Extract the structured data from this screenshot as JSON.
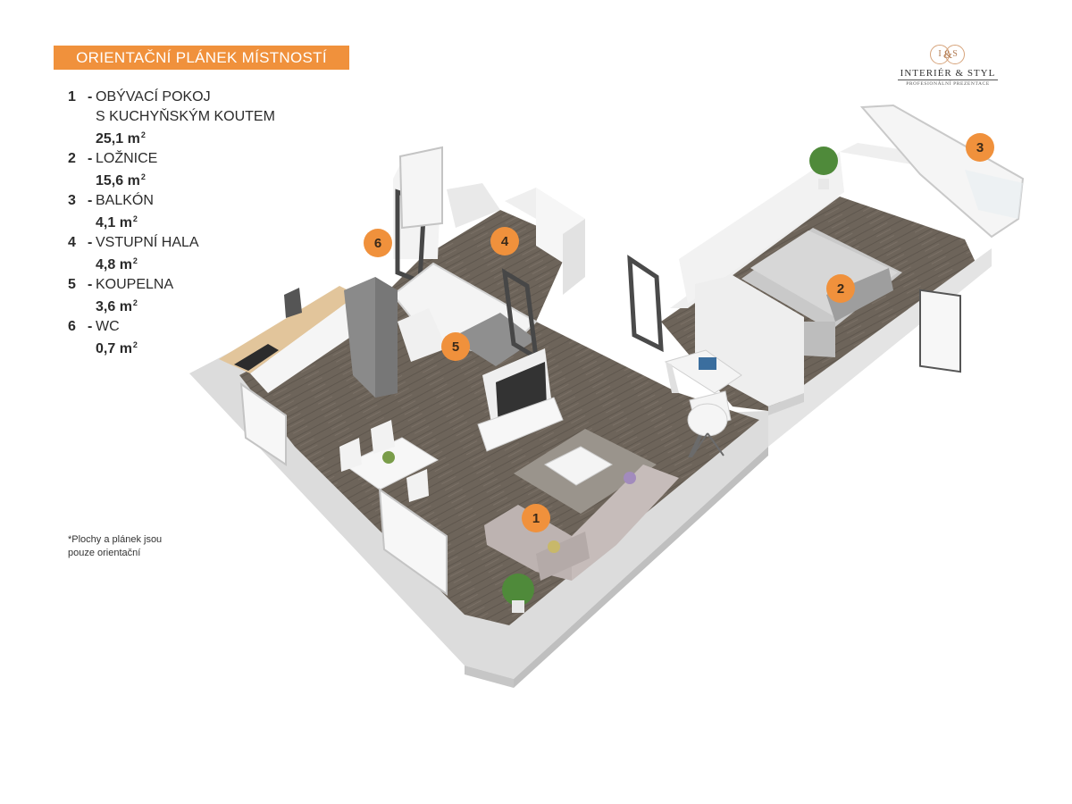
{
  "header": {
    "title": "ORIENTAČNÍ PLÁNEK MÍSTNOSTÍ"
  },
  "legend": [
    {
      "num": "1",
      "name": "OBÝVACÍ POKOJ",
      "sub": "S KUCHYŇSKÝM KOUTEM",
      "area": "25,1 m",
      "unit_sup": "2"
    },
    {
      "num": "2",
      "name": "LOŽNICE",
      "sub": "",
      "area": "15,6 m",
      "unit_sup": "2"
    },
    {
      "num": "3",
      "name": "BALKÓN",
      "sub": "",
      "area": "4,1 m",
      "unit_sup": "2"
    },
    {
      "num": "4",
      "name": "VSTUPNÍ HALA",
      "sub": "",
      "area": "4,8 m",
      "unit_sup": "2"
    },
    {
      "num": "5",
      "name": "KOUPELNA",
      "sub": "",
      "area": "3,6 m",
      "unit_sup": "2"
    },
    {
      "num": "6",
      "name": "WC",
      "sub": "",
      "area": "0,7 m",
      "unit_sup": "2"
    }
  ],
  "note": {
    "line1": "*Plochy  a plánek jsou",
    "line2": "pouze orientační"
  },
  "logo": {
    "left": "I",
    "right": "S",
    "amp": "&",
    "name": "INTERIÉR & STYL",
    "sub": "PROFESIONÁLNÍ PREZENTACE"
  },
  "markers": [
    "1",
    "2",
    "3",
    "4",
    "5",
    "6"
  ],
  "colors": {
    "accent": "#f0913c",
    "floor": "#6b6257",
    "wall": "#e9e9e9",
    "wall_side": "#d2d2d2"
  }
}
